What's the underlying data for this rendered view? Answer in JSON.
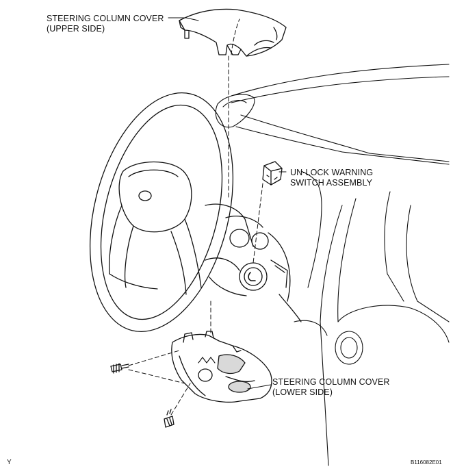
{
  "labels": {
    "upper_cover": [
      "STEERING COLUMN COVER",
      "(UPPER SIDE)"
    ],
    "unlock_switch": [
      "UN-LOCK WARNING",
      "SWITCH ASSEMBLY"
    ],
    "lower_cover": [
      "STEERING COLUMN COVER",
      "(LOWER SIDE)"
    ]
  },
  "corner": {
    "left": "Y",
    "right": "B116082E01"
  },
  "colors": {
    "ink": "#111111",
    "background": "#ffffff",
    "cover_shade": "#d9d9d9"
  }
}
